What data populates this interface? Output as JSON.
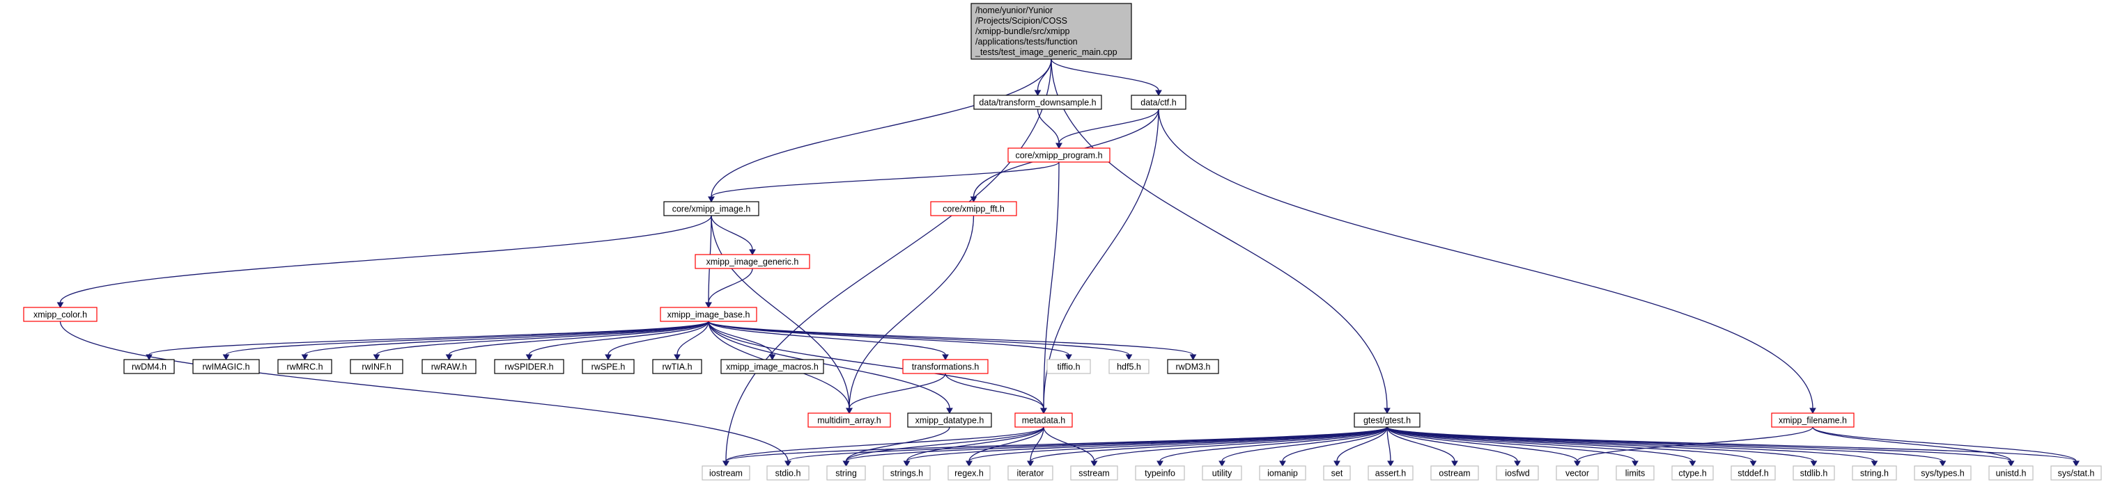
{
  "graph": {
    "colors": {
      "edge": "#191970",
      "root_fill": "#bfbfbf",
      "border_documented": "#000000",
      "border_truncated": "#ff0000",
      "border_external": "#bfbfbf"
    },
    "nodes": [
      {
        "id": "root",
        "lines": [
          "/home/yunior/Yunior",
          "/Projects/Scipion/COSS",
          "/xmipp-bundle/src/xmipp",
          "/applications/tests/function",
          "_tests/test_image_generic_main.cpp"
        ],
        "kind": "root"
      },
      {
        "id": "transform_downsample",
        "lines": [
          "data/transform_downsample.h"
        ],
        "kind": "documented"
      },
      {
        "id": "ctf",
        "lines": [
          "data/ctf.h"
        ],
        "kind": "documented"
      },
      {
        "id": "xmipp_program",
        "lines": [
          "core/xmipp_program.h"
        ],
        "kind": "truncated"
      },
      {
        "id": "xmipp_image",
        "lines": [
          "core/xmipp_image.h"
        ],
        "kind": "documented"
      },
      {
        "id": "xmipp_fft",
        "lines": [
          "core/xmipp_fft.h"
        ],
        "kind": "truncated"
      },
      {
        "id": "xmipp_image_generic",
        "lines": [
          "xmipp_image_generic.h"
        ],
        "kind": "truncated"
      },
      {
        "id": "xmipp_color",
        "lines": [
          "xmipp_color.h"
        ],
        "kind": "truncated"
      },
      {
        "id": "xmipp_image_base",
        "lines": [
          "xmipp_image_base.h"
        ],
        "kind": "truncated"
      },
      {
        "id": "rwDM4",
        "lines": [
          "rwDM4.h"
        ],
        "kind": "documented"
      },
      {
        "id": "rwIMAGIC",
        "lines": [
          "rwIMAGIC.h"
        ],
        "kind": "documented"
      },
      {
        "id": "rwMRC",
        "lines": [
          "rwMRC.h"
        ],
        "kind": "documented"
      },
      {
        "id": "rwINF",
        "lines": [
          "rwINF.h"
        ],
        "kind": "documented"
      },
      {
        "id": "rwRAW",
        "lines": [
          "rwRAW.h"
        ],
        "kind": "documented"
      },
      {
        "id": "rwSPIDER",
        "lines": [
          "rwSPIDER.h"
        ],
        "kind": "documented"
      },
      {
        "id": "rwSPE",
        "lines": [
          "rwSPE.h"
        ],
        "kind": "documented"
      },
      {
        "id": "rwTIA",
        "lines": [
          "rwTIA.h"
        ],
        "kind": "documented"
      },
      {
        "id": "xmipp_image_macros",
        "lines": [
          "xmipp_image_macros.h"
        ],
        "kind": "documented"
      },
      {
        "id": "transformations",
        "lines": [
          "transformations.h"
        ],
        "kind": "truncated"
      },
      {
        "id": "tiffio",
        "lines": [
          "tiffio.h"
        ],
        "kind": "external"
      },
      {
        "id": "hdf5",
        "lines": [
          "hdf5.h"
        ],
        "kind": "external"
      },
      {
        "id": "rwDM3",
        "lines": [
          "rwDM3.h"
        ],
        "kind": "documented"
      },
      {
        "id": "multidim_array",
        "lines": [
          "multidim_array.h"
        ],
        "kind": "truncated"
      },
      {
        "id": "xmipp_datatype",
        "lines": [
          "xmipp_datatype.h"
        ],
        "kind": "documented"
      },
      {
        "id": "metadata",
        "lines": [
          "metadata.h"
        ],
        "kind": "truncated"
      },
      {
        "id": "gtest",
        "lines": [
          "gtest/gtest.h"
        ],
        "kind": "documented"
      },
      {
        "id": "xmipp_filename",
        "lines": [
          "xmipp_filename.h"
        ],
        "kind": "truncated"
      },
      {
        "id": "iostream",
        "lines": [
          "iostream"
        ],
        "kind": "external"
      },
      {
        "id": "stdio",
        "lines": [
          "stdio.h"
        ],
        "kind": "external"
      },
      {
        "id": "string",
        "lines": [
          "string"
        ],
        "kind": "external"
      },
      {
        "id": "strings",
        "lines": [
          "strings.h"
        ],
        "kind": "external"
      },
      {
        "id": "regex",
        "lines": [
          "regex.h"
        ],
        "kind": "external"
      },
      {
        "id": "iterator",
        "lines": [
          "iterator"
        ],
        "kind": "external"
      },
      {
        "id": "sstream",
        "lines": [
          "sstream"
        ],
        "kind": "external"
      },
      {
        "id": "typeinfo",
        "lines": [
          "typeinfo"
        ],
        "kind": "external"
      },
      {
        "id": "utility",
        "lines": [
          "utility"
        ],
        "kind": "external"
      },
      {
        "id": "iomanip",
        "lines": [
          "iomanip"
        ],
        "kind": "external"
      },
      {
        "id": "set",
        "lines": [
          "set"
        ],
        "kind": "external"
      },
      {
        "id": "assert",
        "lines": [
          "assert.h"
        ],
        "kind": "external"
      },
      {
        "id": "ostream",
        "lines": [
          "ostream"
        ],
        "kind": "external"
      },
      {
        "id": "iosfwd",
        "lines": [
          "iosfwd"
        ],
        "kind": "external"
      },
      {
        "id": "vector",
        "lines": [
          "vector"
        ],
        "kind": "external"
      },
      {
        "id": "limits",
        "lines": [
          "limits"
        ],
        "kind": "external"
      },
      {
        "id": "ctype",
        "lines": [
          "ctype.h"
        ],
        "kind": "external"
      },
      {
        "id": "stddef",
        "lines": [
          "stddef.h"
        ],
        "kind": "external"
      },
      {
        "id": "stdlib",
        "lines": [
          "stdlib.h"
        ],
        "kind": "external"
      },
      {
        "id": "string_h",
        "lines": [
          "string.h"
        ],
        "kind": "external"
      },
      {
        "id": "sys_types",
        "lines": [
          "sys/types.h"
        ],
        "kind": "external"
      },
      {
        "id": "unistd",
        "lines": [
          "unistd.h"
        ],
        "kind": "external"
      },
      {
        "id": "sys_stat",
        "lines": [
          "sys/stat.h"
        ],
        "kind": "external"
      }
    ],
    "edges": [
      [
        "root",
        "iostream"
      ],
      [
        "root",
        "xmipp_image"
      ],
      [
        "root",
        "transform_downsample"
      ],
      [
        "root",
        "ctf"
      ],
      [
        "root",
        "gtest"
      ],
      [
        "transform_downsample",
        "xmipp_program"
      ],
      [
        "ctf",
        "xmipp_program"
      ],
      [
        "ctf",
        "xmipp_fft"
      ],
      [
        "ctf",
        "metadata"
      ],
      [
        "ctf",
        "xmipp_filename"
      ],
      [
        "xmipp_program",
        "xmipp_image"
      ],
      [
        "xmipp_program",
        "metadata"
      ],
      [
        "xmipp_image",
        "xmipp_color"
      ],
      [
        "xmipp_image",
        "xmipp_image_generic"
      ],
      [
        "xmipp_image",
        "xmipp_image_base"
      ],
      [
        "xmipp_image",
        "multidim_array"
      ],
      [
        "xmipp_fft",
        "multidim_array"
      ],
      [
        "xmipp_image_generic",
        "xmipp_image_base"
      ],
      [
        "xmipp_color",
        "stdio"
      ],
      [
        "xmipp_image_base",
        "rwDM4"
      ],
      [
        "xmipp_image_base",
        "rwIMAGIC"
      ],
      [
        "xmipp_image_base",
        "rwMRC"
      ],
      [
        "xmipp_image_base",
        "rwINF"
      ],
      [
        "xmipp_image_base",
        "rwRAW"
      ],
      [
        "xmipp_image_base",
        "rwSPIDER"
      ],
      [
        "xmipp_image_base",
        "rwSPE"
      ],
      [
        "xmipp_image_base",
        "rwTIA"
      ],
      [
        "xmipp_image_base",
        "xmipp_image_macros"
      ],
      [
        "xmipp_image_base",
        "transformations"
      ],
      [
        "xmipp_image_base",
        "tiffio"
      ],
      [
        "xmipp_image_base",
        "hdf5"
      ],
      [
        "xmipp_image_base",
        "rwDM3"
      ],
      [
        "xmipp_image_base",
        "multidim_array"
      ],
      [
        "xmipp_image_base",
        "xmipp_datatype"
      ],
      [
        "xmipp_image_base",
        "metadata"
      ],
      [
        "transformations",
        "multidim_array"
      ],
      [
        "transformations",
        "metadata"
      ],
      [
        "xmipp_datatype",
        "string"
      ],
      [
        "metadata",
        "iostream"
      ],
      [
        "metadata",
        "string"
      ],
      [
        "metadata",
        "strings"
      ],
      [
        "metadata",
        "regex"
      ],
      [
        "metadata",
        "iterator"
      ],
      [
        "metadata",
        "sstream"
      ],
      [
        "gtest",
        "iostream"
      ],
      [
        "gtest",
        "stdio"
      ],
      [
        "gtest",
        "string"
      ],
      [
        "gtest",
        "strings"
      ],
      [
        "gtest",
        "regex"
      ],
      [
        "gtest",
        "iterator"
      ],
      [
        "gtest",
        "sstream"
      ],
      [
        "gtest",
        "typeinfo"
      ],
      [
        "gtest",
        "utility"
      ],
      [
        "gtest",
        "iomanip"
      ],
      [
        "gtest",
        "set"
      ],
      [
        "gtest",
        "assert"
      ],
      [
        "gtest",
        "ostream"
      ],
      [
        "gtest",
        "iosfwd"
      ],
      [
        "gtest",
        "vector"
      ],
      [
        "gtest",
        "limits"
      ],
      [
        "gtest",
        "ctype"
      ],
      [
        "gtest",
        "stddef"
      ],
      [
        "gtest",
        "stdlib"
      ],
      [
        "gtest",
        "string_h"
      ],
      [
        "gtest",
        "sys_types"
      ],
      [
        "gtest",
        "unistd"
      ],
      [
        "gtest",
        "sys_stat"
      ],
      [
        "xmipp_filename",
        "vector"
      ],
      [
        "xmipp_filename",
        "unistd"
      ],
      [
        "xmipp_filename",
        "sys_stat"
      ]
    ]
  }
}
